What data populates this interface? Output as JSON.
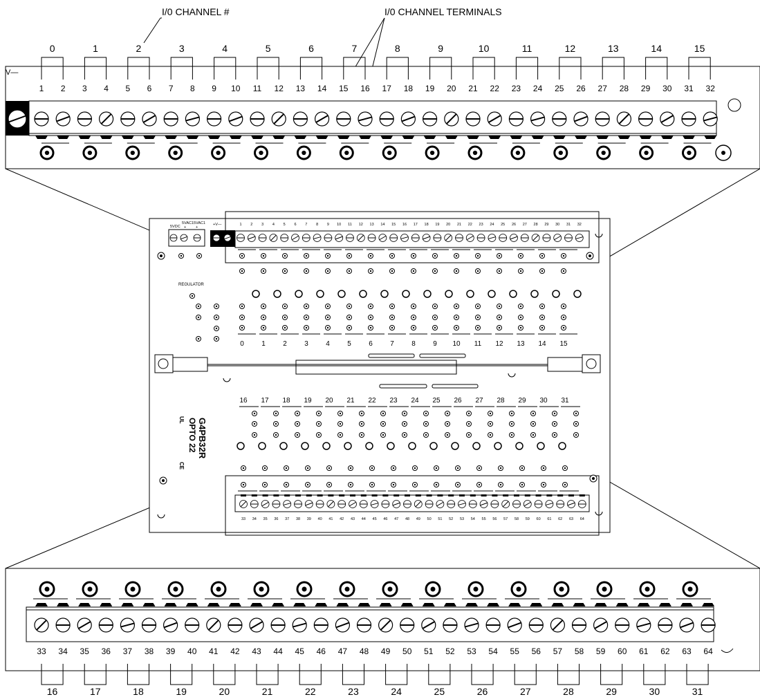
{
  "callouts": {
    "channel_number": "I/0 CHANNEL #",
    "channel_terminals": "I/0 CHANNEL TERMINALS"
  },
  "top_strip": {
    "vminus_label": "V—",
    "channels": [
      "0",
      "1",
      "2",
      "3",
      "4",
      "5",
      "6",
      "7",
      "8",
      "9",
      "10",
      "11",
      "12",
      "13",
      "14",
      "15"
    ],
    "terminals": [
      "1",
      "2",
      "3",
      "4",
      "5",
      "6",
      "7",
      "8",
      "9",
      "10",
      "11",
      "12",
      "13",
      "14",
      "15",
      "16",
      "17",
      "18",
      "19",
      "20",
      "21",
      "22",
      "23",
      "24",
      "25",
      "26",
      "27",
      "28",
      "29",
      "30",
      "31",
      "32"
    ]
  },
  "bottom_strip": {
    "channels": [
      "16",
      "17",
      "18",
      "19",
      "20",
      "21",
      "22",
      "23",
      "24",
      "25",
      "26",
      "27",
      "28",
      "29",
      "30",
      "31"
    ],
    "terminals": [
      "33",
      "34",
      "35",
      "36",
      "37",
      "38",
      "39",
      "40",
      "41",
      "42",
      "43",
      "44",
      "45",
      "46",
      "47",
      "48",
      "49",
      "50",
      "51",
      "52",
      "53",
      "54",
      "55",
      "56",
      "57",
      "58",
      "59",
      "60",
      "61",
      "62",
      "63",
      "64"
    ]
  },
  "board": {
    "power_labels": [
      "5VDC",
      "5VAC1",
      "5VAC1"
    ],
    "power_label_sub": "+",
    "vplus_label": "+V—",
    "regulator": "REGULATOR",
    "model_line1": "G4PB32R",
    "model_line2": "OPTO 22",
    "mark1": "UL",
    "mark2": "CE"
  }
}
